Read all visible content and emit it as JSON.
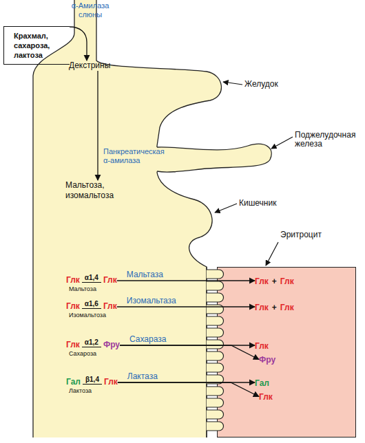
{
  "diagram": {
    "nodes": [
      {
        "text": [
          "Крахмал, сахароза, лактоза"
        ]
      },
      {
        "text": [
          "Декстрины"
        ]
      },
      {
        "text": [
          "Мальтоза, изомальтоза"
        ]
      },
      {
        "text": [
          "Эритроцит"
        ]
      },
      {
        "text": [
          "Глк",
          "α1,4",
          "Глк",
          "Мальтоза"
        ]
      },
      {
        "text": [
          "Глк",
          "α1,6",
          "Глк",
          "Изомальтоза"
        ]
      },
      {
        "text": [
          "Глк",
          "α1,2",
          "Фру",
          "Сахароза"
        ]
      },
      {
        "text": [
          "Гал",
          "β1,4",
          "Глк",
          "Лактоза"
        ]
      },
      {
        "text": [
          "Глк",
          "+",
          "Глк"
        ],
        "in": 3
      },
      {
        "text": [
          "Глк",
          "+",
          "Глк"
        ],
        "in": 3
      },
      {
        "text": [
          "Глк"
        ],
        "in": 3
      },
      {
        "text": [
          "Фру"
        ],
        "in": 3
      },
      {
        "text": [
          "Гал"
        ],
        "in": 3
      },
      {
        "text": [
          "Глк"
        ],
        "in": 3
      }
    ],
    "edges": [
      {
        "from": 0,
        "to": 1,
        "arrow": "to"
      },
      {
        "from": 1,
        "to": 2,
        "arrow": "to"
      },
      {
        "from": 4,
        "to": 8,
        "label": "Мальтаза",
        "arrow": "to"
      },
      {
        "from": 5,
        "to": 9,
        "label": "Изомальтаза",
        "arrow": "to"
      },
      {
        "from": 6,
        "to": 10,
        "label": "Сахараза",
        "arrow": "to"
      },
      {
        "from": 6,
        "to": 11,
        "arrow": "to"
      },
      {
        "from": 7,
        "to": 12,
        "label": "Лактаза",
        "arrow": "to"
      },
      {
        "from": 7,
        "to": 13,
        "arrow": "to"
      }
    ],
    "labels": [
      "α-Амилаза слюны",
      "Желудок",
      "Поджелудочная железа",
      "Панкреатическая α-амилаза",
      "Кишечник"
    ]
  }
}
